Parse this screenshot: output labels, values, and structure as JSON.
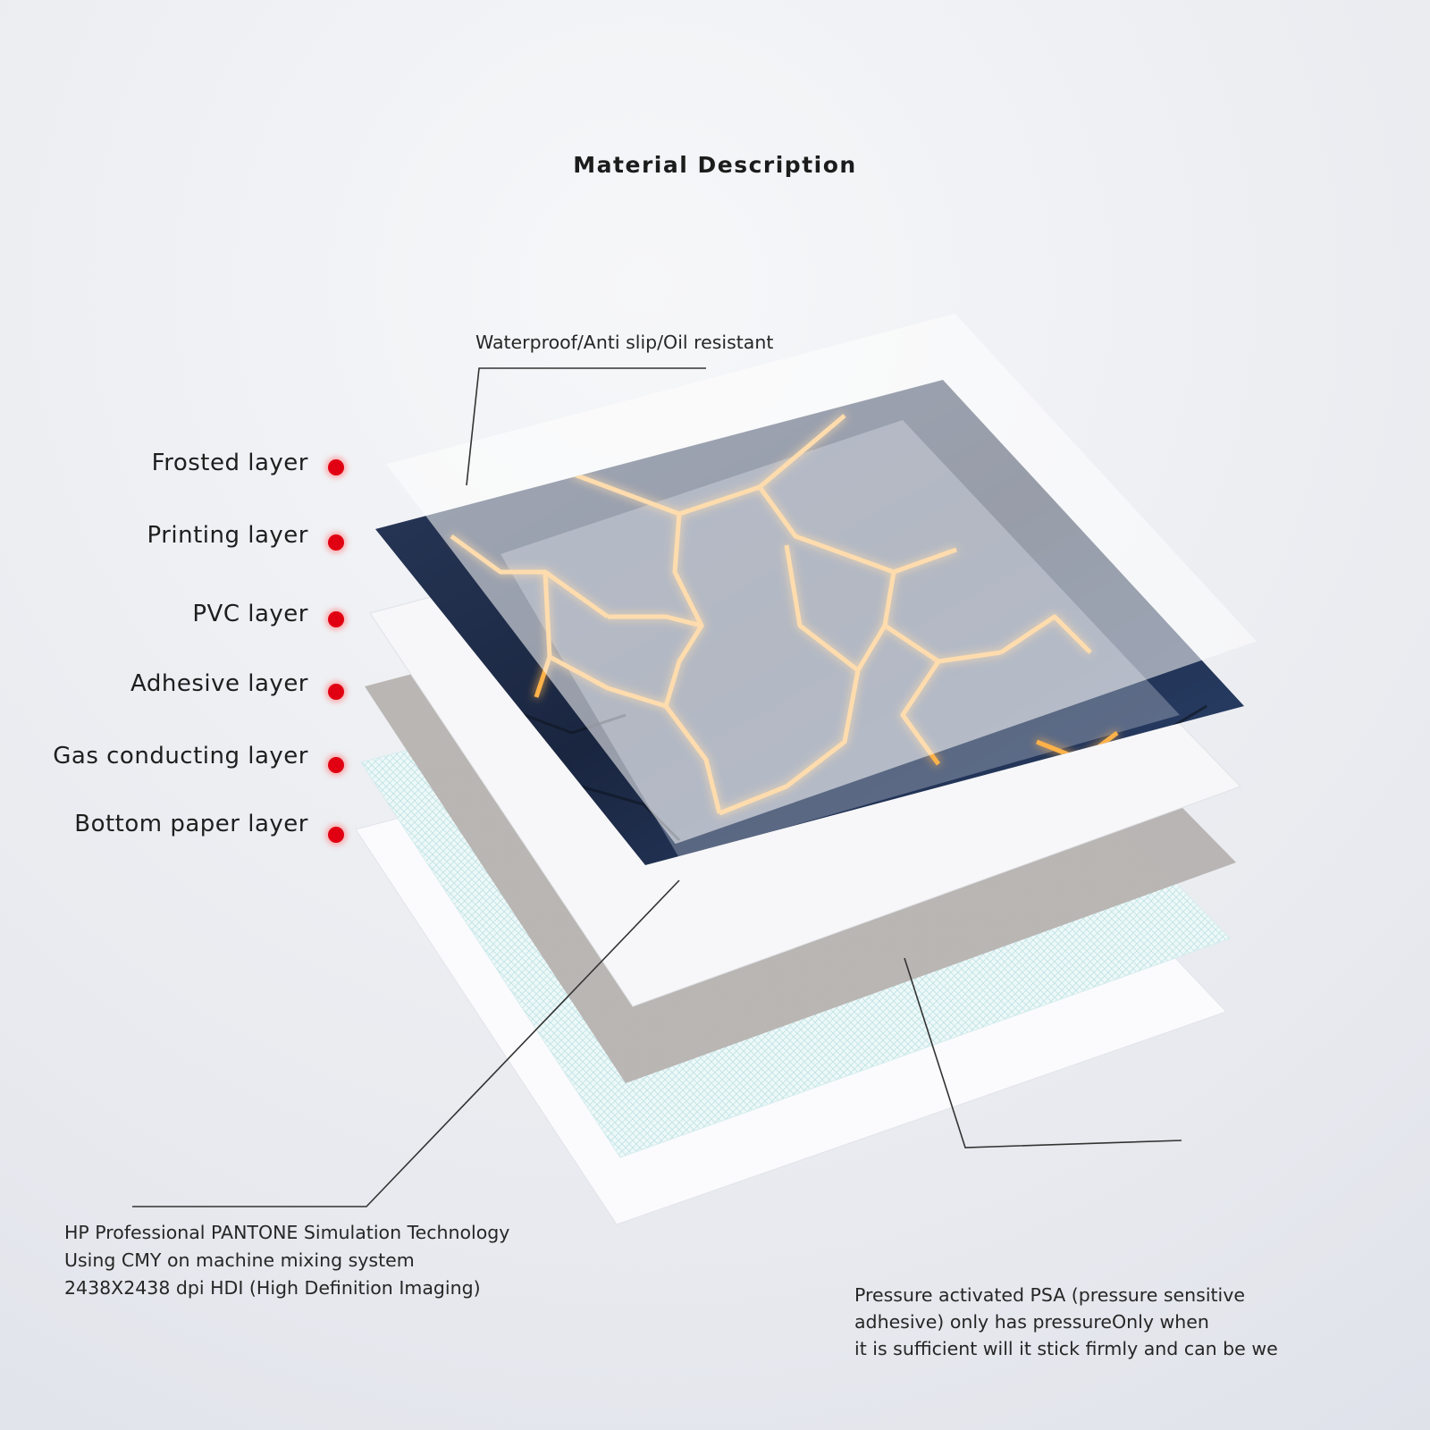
{
  "title": "Material Description",
  "top_callout": "Waterproof/Anti slip/Oil resistant",
  "layers": [
    {
      "label": "Frosted layer"
    },
    {
      "label": "Printing layer"
    },
    {
      "label": "PVC layer"
    },
    {
      "label": "Adhesive layer"
    },
    {
      "label": "Gas conducting layer"
    },
    {
      "label": "Bottom paper layer"
    }
  ],
  "left_note": [
    "HP Professional PANTONE Simulation Technology",
    "Using CMY on machine mixing system",
    "2438X2438 dpi HDI (High Definition Imaging)"
  ],
  "right_note": [
    "Pressure activated PSA (pressure sensitive",
    "adhesive) only has pressureOnly when",
    "it is sufficient will it stick firmly and can be we"
  ],
  "colors": {
    "dot": "#e00012",
    "glow": "#ffb020",
    "print_dark": "#1e2c4a",
    "adhesive": "#b6b2b0"
  }
}
